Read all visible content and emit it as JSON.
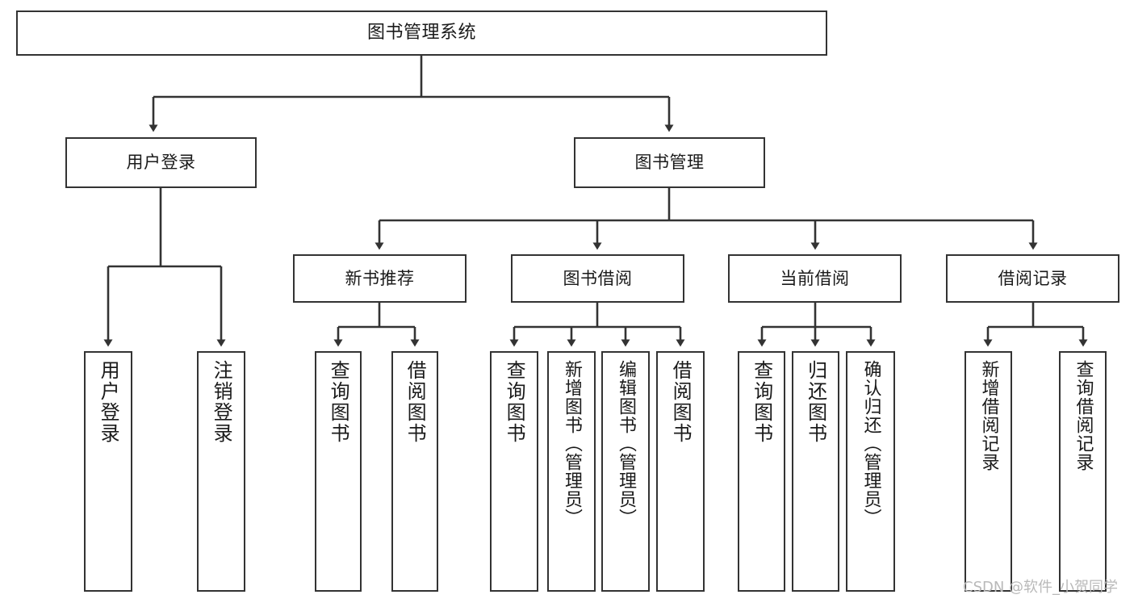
{
  "diagram": {
    "title": "图书管理系统",
    "watermark": "CSDN @软件_小贺同学",
    "line_color": "#333333",
    "box_fill": "#ffffff",
    "text_color": "#1a1a1a"
  },
  "nodes": {
    "root": {
      "label": "图书管理系统"
    },
    "level2": [
      {
        "label": "用户登录"
      },
      {
        "label": "图书管理"
      }
    ],
    "level3": [
      {
        "label": "新书推荐"
      },
      {
        "label": "图书借阅"
      },
      {
        "label": "当前借阅"
      },
      {
        "label": "借阅记录"
      }
    ],
    "leaves_user_login": [
      {
        "label": "用户登录"
      },
      {
        "label": "注销登录"
      }
    ],
    "leaves_new_book": [
      {
        "label": "查询图书"
      },
      {
        "label": "借阅图书"
      }
    ],
    "leaves_borrow": [
      {
        "label": "查询图书"
      },
      {
        "label": "新增图书（管理员）"
      },
      {
        "label": "编辑图书（管理员）"
      },
      {
        "label": "借阅图书"
      }
    ],
    "leaves_current": [
      {
        "label": "查询图书"
      },
      {
        "label": "归还图书"
      },
      {
        "label": "确认归还（管理员）"
      }
    ],
    "leaves_record": [
      {
        "label": "新增借阅记录"
      },
      {
        "label": "查询借阅记录"
      }
    ]
  }
}
